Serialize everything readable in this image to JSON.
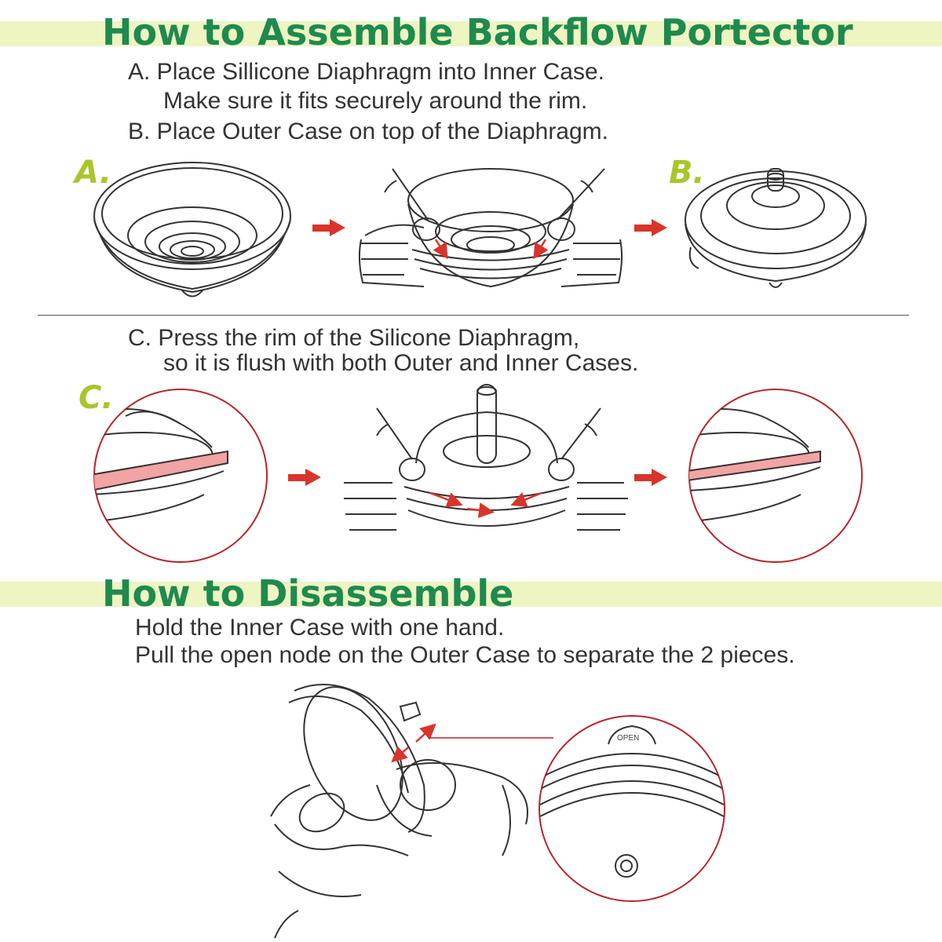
{
  "assemble": {
    "title": "How to Assemble Backflow Portector",
    "step_a_line1": "A. Place Sillicone Diaphragm into Inner Case.",
    "step_a_line2": "Make sure it fits securely around the rim.",
    "step_b": "B. Place Outer Case on top of the Diaphragm.",
    "label_a": "A.",
    "label_b": "B.",
    "step_c_line1": "C. Press the rim of the Silicone Diaphragm,",
    "step_c_line2": "so it is flush with both Outer and Inner Cases.",
    "label_c": "C."
  },
  "disassemble": {
    "title": "How to Disassemble",
    "line1": "Hold the Inner Case with one hand.",
    "line2": "Pull the open node on the Outer Case to separate the 2 pieces.",
    "open_label": "OPEN"
  },
  "colors": {
    "title_green": "#1e8a4e",
    "band": "#eef4c2",
    "step_label": "#a8c62c",
    "arrow_red": "#d9342b",
    "circle_red": "#b5262b",
    "diaphragm_pink": "#f2a3a3"
  },
  "icons": [
    "right-arrow-icon",
    "curved-press-arrow-icon",
    "pull-arrow-icon"
  ]
}
